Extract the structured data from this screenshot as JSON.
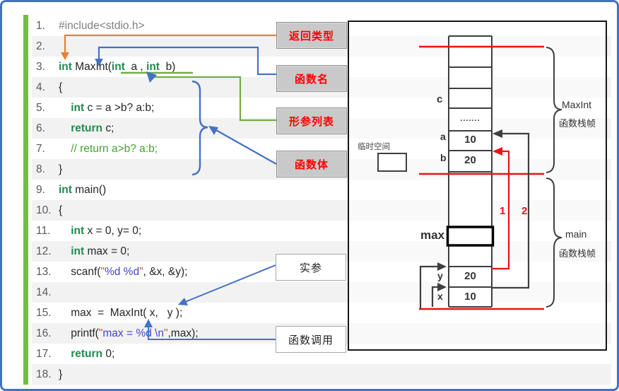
{
  "callouts": {
    "return_type": "返回类型",
    "function_name": "函数名",
    "param_list": "形参列表",
    "function_body": "函数体",
    "actual_args": "实参",
    "function_call": "函数调用"
  },
  "code": {
    "lines": [
      {
        "n": "1.",
        "tokens": [
          {
            "t": "gray",
            "s": "#include<stdio.h>"
          }
        ]
      },
      {
        "n": "2.",
        "tokens": []
      },
      {
        "n": "3.",
        "tokens": [
          {
            "t": "kw",
            "s": "int"
          },
          {
            "t": "pl",
            "s": " MaxInt("
          },
          {
            "t": "kw",
            "s": "int"
          },
          {
            "t": "pl",
            "s": "  a , "
          },
          {
            "t": "kw",
            "s": "int"
          },
          {
            "t": "pl",
            "s": "  b)"
          }
        ]
      },
      {
        "n": "4.",
        "tokens": [
          {
            "t": "pl",
            "s": "{"
          }
        ]
      },
      {
        "n": "5.",
        "tokens": [
          {
            "t": "pl",
            "s": "    "
          },
          {
            "t": "kw",
            "s": "int"
          },
          {
            "t": "pl",
            "s": " c = a >b? a:b;"
          }
        ]
      },
      {
        "n": "6.",
        "tokens": [
          {
            "t": "pl",
            "s": "    "
          },
          {
            "t": "kw",
            "s": "return"
          },
          {
            "t": "pl",
            "s": " c;"
          }
        ]
      },
      {
        "n": "7.",
        "tokens": [
          {
            "t": "pl",
            "s": "    "
          },
          {
            "t": "cm",
            "s": "// return a>b? a:b;"
          }
        ]
      },
      {
        "n": "8.",
        "tokens": [
          {
            "t": "pl",
            "s": "}"
          }
        ]
      },
      {
        "n": "9.",
        "tokens": [
          {
            "t": "kw",
            "s": "int"
          },
          {
            "t": "pl",
            "s": " main()"
          }
        ]
      },
      {
        "n": "10.",
        "tokens": [
          {
            "t": "pl",
            "s": "{"
          }
        ]
      },
      {
        "n": "11.",
        "tokens": [
          {
            "t": "pl",
            "s": "    "
          },
          {
            "t": "kw",
            "s": "int"
          },
          {
            "t": "pl",
            "s": " x = 0, y= 0;"
          }
        ]
      },
      {
        "n": "12.",
        "tokens": [
          {
            "t": "pl",
            "s": "    "
          },
          {
            "t": "kw",
            "s": "int"
          },
          {
            "t": "pl",
            "s": " max = 0;"
          }
        ]
      },
      {
        "n": "13.",
        "tokens": [
          {
            "t": "pl",
            "s": "    scanf("
          },
          {
            "t": "sd",
            "s": "\""
          },
          {
            "t": "sb",
            "s": "%d %d"
          },
          {
            "t": "sd",
            "s": "\""
          },
          {
            "t": "pl",
            "s": ", &x, &y);"
          }
        ]
      },
      {
        "n": "14.",
        "tokens": []
      },
      {
        "n": "15.",
        "tokens": [
          {
            "t": "pl",
            "s": "    max  =  MaxInt( x,   y );"
          }
        ]
      },
      {
        "n": "16.",
        "tokens": [
          {
            "t": "pl",
            "s": "    printf("
          },
          {
            "t": "sd",
            "s": "\""
          },
          {
            "t": "sb",
            "s": "max = %d \\n"
          },
          {
            "t": "sd",
            "s": "\""
          },
          {
            "t": "pl",
            "s": ",max);"
          }
        ]
      },
      {
        "n": "17.",
        "tokens": [
          {
            "t": "pl",
            "s": "    "
          },
          {
            "t": "kw",
            "s": "return"
          },
          {
            "t": "pl",
            "s": " 0;"
          }
        ]
      },
      {
        "n": "18.",
        "tokens": [
          {
            "t": "pl",
            "s": "}"
          }
        ]
      }
    ]
  },
  "diagram": {
    "temp_space": "临时空间",
    "var_labels": {
      "c": "c",
      "a": "a",
      "b": "b",
      "max": "max",
      "y": "y",
      "x": "x"
    },
    "cells": {
      "dots": ".......",
      "a": "10",
      "b": "20",
      "y": "20",
      "x": "10"
    },
    "step_labels": {
      "one": "1",
      "two": "2"
    },
    "maxint_frame": [
      "MaxInt",
      "函数栈帧"
    ],
    "main_frame": [
      "main",
      "函数栈帧"
    ]
  },
  "colors": {
    "accent_blue": "#4472C4",
    "accent_orange": "#ED7D31",
    "accent_green": "#70AD47",
    "diagram_red": "#ee1111",
    "diagram_dark": "#3f3f3f",
    "keyword_green": "#1f8b4d",
    "string_blue": "#4343cf",
    "string_quote_orange": "#cc4a21"
  }
}
